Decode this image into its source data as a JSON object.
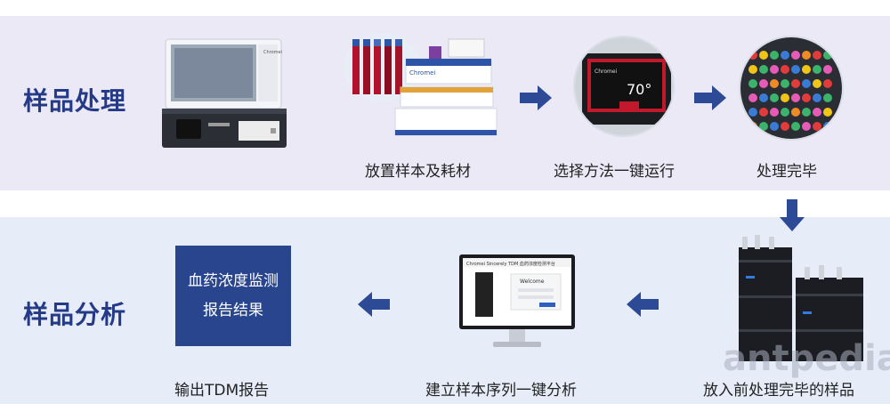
{
  "sections": {
    "top_title": "样品处理",
    "bottom_title": "样品分析"
  },
  "steps": {
    "place": "放置样本及耗材",
    "select": "选择方法一键运行",
    "done": "处理完毕",
    "load": "放入前处理完毕的样品",
    "sequence": "建立样本序列一键分析",
    "output": "输出TDM报告"
  },
  "report": {
    "line1": "血药浓度监测",
    "line2": "报告结果"
  },
  "screen_labels": {
    "device_brand": "Chromei",
    "welcome": "Welcome",
    "temperature": "70°",
    "monitor_title": "Chromei  Sincerely TDM 血药浓度检测平台"
  },
  "colors": {
    "title": "#253a86",
    "arrow": "#2c4a95",
    "report_bg": "#28458e",
    "band_top": "#ece9f7",
    "band_bottom": "#e6ecf8"
  },
  "watermark": "antpedia"
}
